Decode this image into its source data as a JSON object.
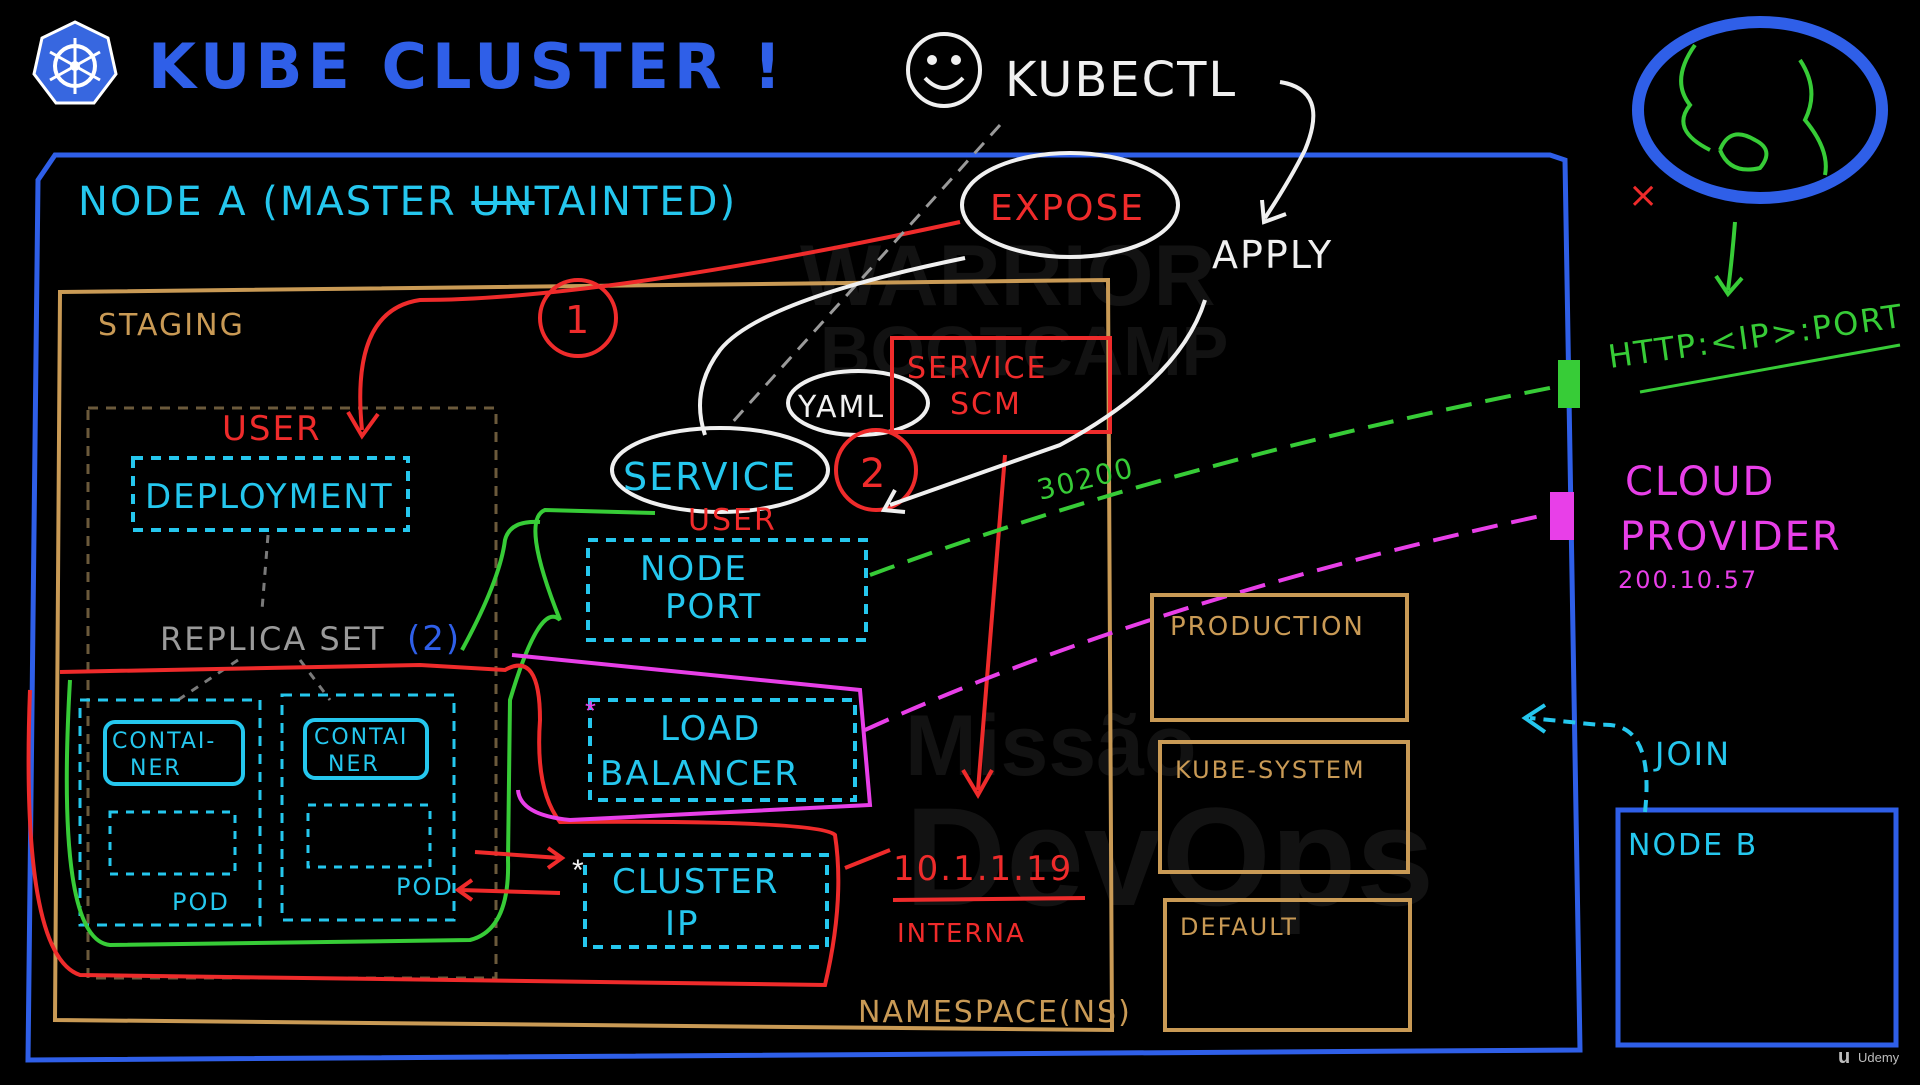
{
  "colors": {
    "blue": "#2f5fe8",
    "cyan": "#25c7ee",
    "red": "#ef2b2b",
    "green": "#37cc37",
    "magenta": "#e83fe8",
    "orange": "#c99a55",
    "white": "#f0f0f0",
    "gray": "#9a9a9a",
    "brand_badge": "#3767e0"
  },
  "icons": {
    "kubernetes": "kubernetes-wheel-icon",
    "smiley": "smiley-face-icon",
    "globe": "internet-globe-icon",
    "udemy": "udemy-logo-icon"
  },
  "header": {
    "title": "KUBE CLUSTER !"
  },
  "kubectl": {
    "label": "KUBECTL",
    "expose": "EXPOSE",
    "apply": "APPLY"
  },
  "node_a": {
    "label": "NODE A (MASTER ",
    "struck": "UN",
    "tail": "TAINTED)"
  },
  "staging": {
    "label": "STAGING",
    "user_top": "USER",
    "deployment": "DEPLOYMENT",
    "replica_set": "REPLICA SET",
    "replica_count": "(2)",
    "container": [
      "CONTAI-",
      "NER"
    ],
    "container2": [
      "CONTAI",
      "NER"
    ],
    "pod": "POD",
    "marker_1": "1",
    "marker_2": "2"
  },
  "service": {
    "label": "SERVICE",
    "yaml": "YAML",
    "scm": [
      "SERVICE",
      "SCM"
    ],
    "user": "USER",
    "node_port": [
      "NODE",
      "PORT"
    ],
    "load_balancer": [
      "LOAD",
      "BALANCER"
    ],
    "cluster_ip": [
      "CLUSTER",
      "IP"
    ],
    "internal_ip": "10.1.1.19",
    "internal_label": "INTERNA",
    "port": "30200"
  },
  "namespace": {
    "label": "NAMESPACE(NS)"
  },
  "namespaces": [
    "PRODUCTION",
    "KUBE-SYSTEM",
    "DEFAULT"
  ],
  "external": {
    "url": "HTTP:<IP>:PORT",
    "cloud": [
      "CLOUD",
      "PROVIDER"
    ],
    "cloud_ip": "200.10.57",
    "x_mark": "×"
  },
  "node_b": {
    "label": "NODE B",
    "join": "JOIN"
  },
  "watermarks": [
    "WARRIOR",
    "BOOTCAMP",
    "Missão",
    "DevOps"
  ],
  "footer": {
    "brand": "Udemy"
  }
}
